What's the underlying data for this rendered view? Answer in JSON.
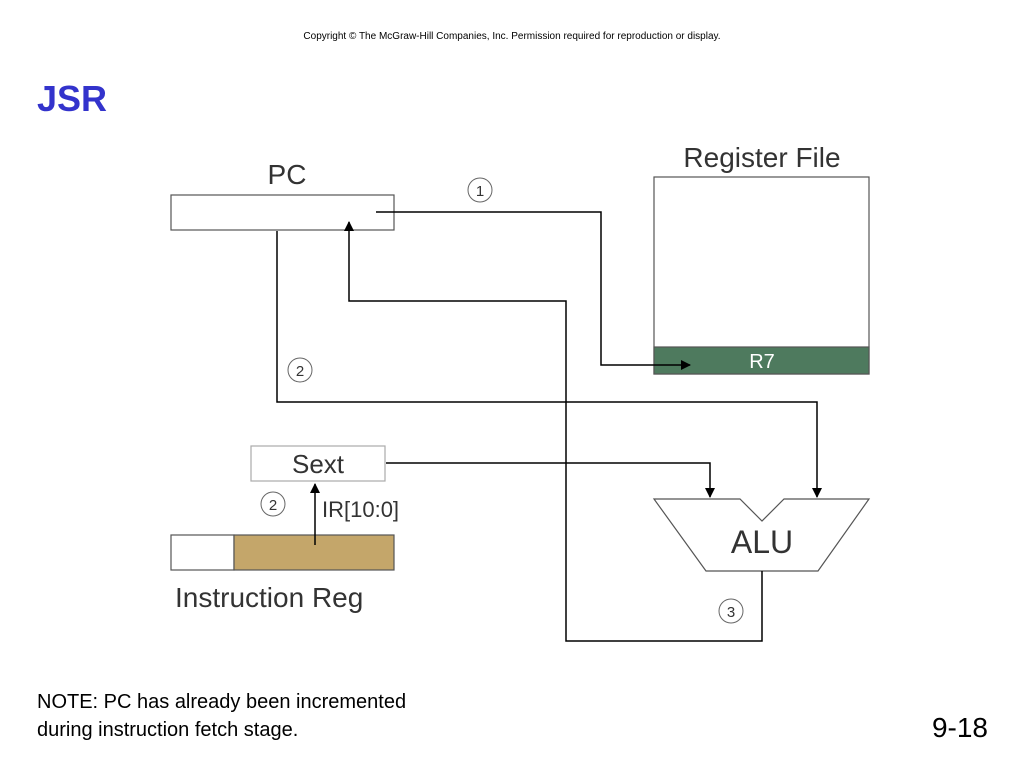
{
  "header": {
    "copyright": "Copyright © The McGraw-Hill Companies, Inc.  Permission required for reproduction or display."
  },
  "slide": {
    "title": "JSR",
    "number": "9-18"
  },
  "diagram": {
    "pc_label": "PC",
    "register_file_label": "Register File",
    "r7_label": "R7",
    "sext_label": "Sext",
    "ir_field_label": "IR[10:0]",
    "instruction_reg_label": "Instruction Reg",
    "alu_label": "ALU",
    "steps": {
      "step1": "1",
      "step2_pc": "2",
      "step2_ir": "2",
      "step3": "3"
    },
    "colors": {
      "r7_fill": "#4e7a5e",
      "ir_fill": "#c4a66a",
      "wire": "#000000",
      "box_stroke": "#555555"
    }
  },
  "note": {
    "line1": "NOTE: PC has already been incremented",
    "line2": "during instruction fetch stage."
  }
}
